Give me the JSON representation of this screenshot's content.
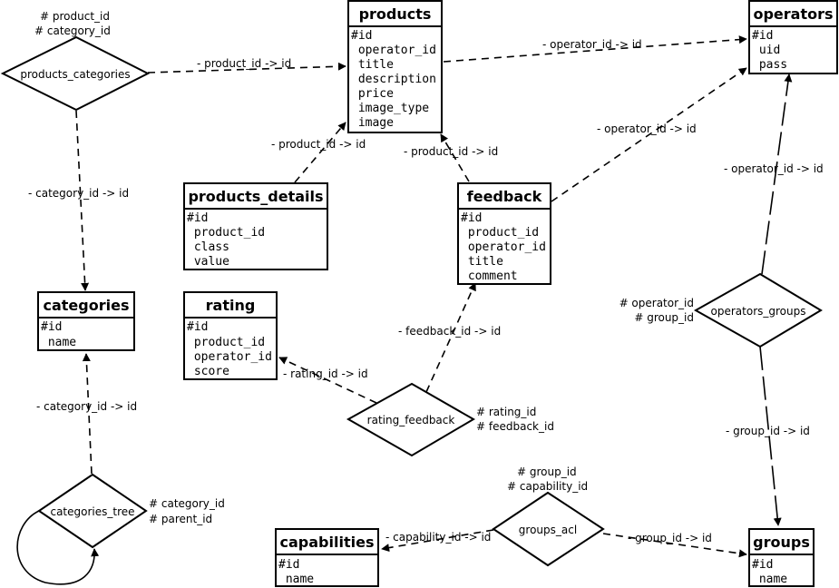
{
  "entities": {
    "products": {
      "title": "products",
      "fields": [
        "#id",
        " operator_id",
        " title",
        " description",
        " price",
        " image_type",
        " image"
      ]
    },
    "operators": {
      "title": "operators",
      "fields": [
        "#id",
        " uid",
        " pass"
      ]
    },
    "products_details": {
      "title": "products_details",
      "fields": [
        "#id",
        " product_id",
        " class",
        " value"
      ]
    },
    "feedback": {
      "title": "feedback",
      "fields": [
        "#id",
        " product_id",
        " operator_id",
        " title",
        " comment"
      ]
    },
    "categories": {
      "title": "categories",
      "fields": [
        "#id",
        " name"
      ]
    },
    "rating": {
      "title": "rating",
      "fields": [
        "#id",
        " product_id",
        " operator_id",
        " score"
      ]
    },
    "capabilities": {
      "title": "capabilities",
      "fields": [
        "#id",
        " name"
      ]
    },
    "groups": {
      "title": "groups",
      "fields": [
        "#id",
        " name"
      ]
    }
  },
  "relations": {
    "products_categories": {
      "name": "products_categories",
      "keys": [
        "# product_id",
        "# category_id"
      ]
    },
    "operators_groups": {
      "name": "operators_groups",
      "keys": [
        "# operator_id",
        "# group_id"
      ]
    },
    "rating_feedback": {
      "name": "rating_feedback",
      "keys": [
        "# rating_id",
        "# feedback_id"
      ]
    },
    "categories_tree": {
      "name": "categories_tree",
      "keys": [
        "# category_id",
        "# parent_id"
      ]
    },
    "groups_acl": {
      "name": "groups_acl",
      "keys": [
        "# group_id",
        "# capability_id"
      ]
    }
  },
  "edge_labels": {
    "pc_products": "- product_id -> id",
    "pc_categories": "- category_id -> id",
    "products_operators": "- operator_id -> id",
    "details_products": "- product_id -> id",
    "feedback_products": "- product_id -> id",
    "feedback_operators": "- operator_id -> id",
    "og_operators": "- operator_id -> id",
    "og_groups": "- group_id -> id",
    "rf_feedback": "- feedback_id -> id",
    "rf_rating": "- rating_id -> id",
    "ct_categories": "- category_id -> id",
    "acl_capabilities": "- capability_id -> id",
    "acl_groups": "- group_id -> id"
  }
}
